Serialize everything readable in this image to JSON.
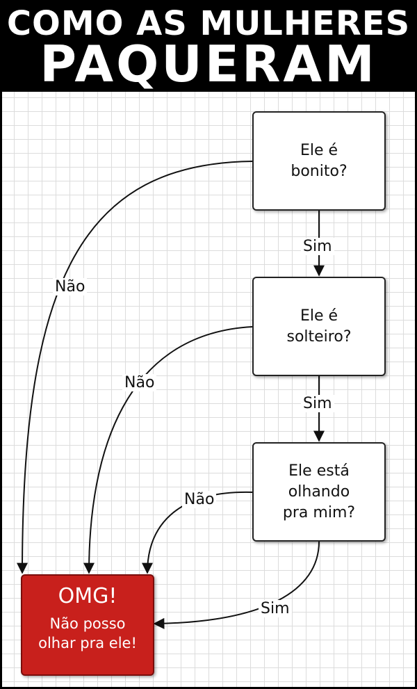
{
  "title": {
    "line1": "COMO AS MULHERES",
    "line2": "PAQUERAM"
  },
  "nodes": {
    "q1": "Ele é\nbonito?",
    "q2": "Ele é\nsolteiro?",
    "q3": "Ele está\nolhando\npra mim?"
  },
  "result": {
    "title": "OMG!",
    "subtitle": "Não posso\nolhar pra ele!"
  },
  "edges": {
    "yes_label": "Sim",
    "no_label": "Não"
  },
  "colors": {
    "result_fill": "#c8201c",
    "header_bg": "#000000"
  }
}
